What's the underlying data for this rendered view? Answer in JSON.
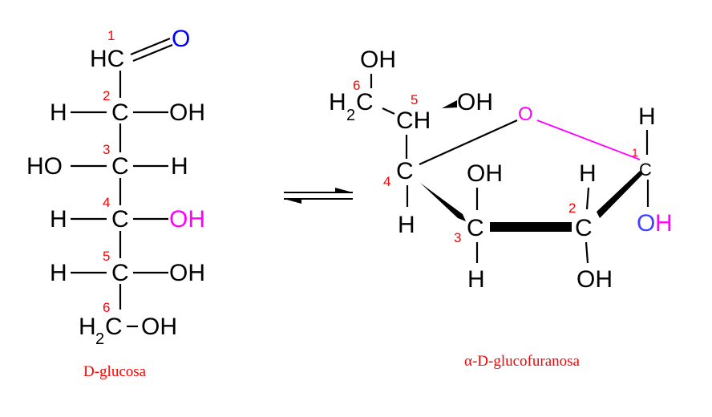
{
  "colors": {
    "text": "#000000",
    "carbon_number": "#ff0000",
    "caption": "#ff0000",
    "carbonyl_oxygen": "#0000ff",
    "anomeric_oxygen": "#4040ff",
    "ring_oxygen": "#ff00ff",
    "c4_hydroxyl": "#ff00ff",
    "anomeric_hydrogen": "#ff00ff"
  },
  "fischer": {
    "caption": "D-glucosa",
    "c1": {
      "number": "1",
      "left": "HC",
      "carbonyl": "O"
    },
    "c2": {
      "number": "2",
      "left": "H",
      "center": "C",
      "right": "OH"
    },
    "c3": {
      "number": "3",
      "left": "HO",
      "center": "C",
      "right": "H"
    },
    "c4": {
      "number": "4",
      "left": "H",
      "center": "C",
      "right": "OH"
    },
    "c5": {
      "number": "5",
      "left": "H",
      "center": "C",
      "right": "OH"
    },
    "c6": {
      "number": "6",
      "h": "H",
      "h_sub": "2",
      "center": "C",
      "right": "OH"
    }
  },
  "equilibrium": {
    "symbol": "equilibrium-arrows"
  },
  "haworth": {
    "caption": "α-D-glucofuranosa",
    "c6": {
      "number": "6",
      "h": "H",
      "h_sub": "2",
      "center": "C",
      "top": "OH"
    },
    "c5": {
      "number": "5",
      "label": "CH",
      "right": "OH"
    },
    "ring_oxygen": "O",
    "c4": {
      "number": "4",
      "center": "C",
      "below": "H"
    },
    "c3": {
      "number": "3",
      "center": "C",
      "above": "OH",
      "below": "H"
    },
    "c2": {
      "number": "2",
      "center": "C",
      "above": "H",
      "below": "OH"
    },
    "c1": {
      "number": "1",
      "center": "C",
      "above": "H",
      "below_o": "O",
      "below_h": "H"
    }
  }
}
